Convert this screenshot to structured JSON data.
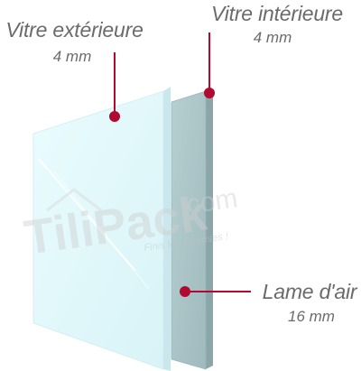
{
  "labels": {
    "outer_glass": {
      "title": "Vitre extérieure",
      "thickness": "4 mm"
    },
    "inner_glass": {
      "title": "Vitre intérieure",
      "thickness": "4 mm"
    },
    "air_gap": {
      "title": "Lame d'air",
      "thickness": "16 mm"
    }
  },
  "watermark": {
    "brand": "TiliPack",
    "domain": ".com",
    "tagline": "Finis les surprises !"
  },
  "colors": {
    "outer_glass_fill": "#e2f8fb",
    "inner_glass_fill": "#a9c4c6",
    "marker": "#b10a31",
    "label_text": "#6b6b6b"
  }
}
